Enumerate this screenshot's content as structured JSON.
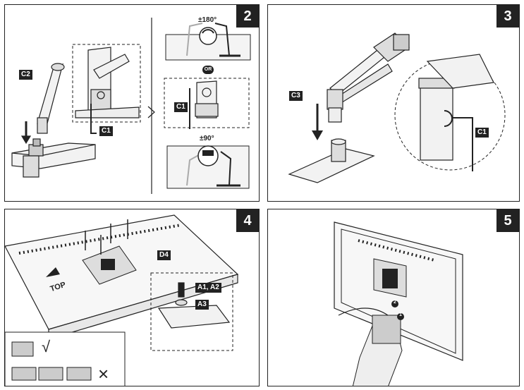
{
  "panels": {
    "p2": {
      "step": "2",
      "labels": {
        "c2": "C2",
        "c1_left": "C1",
        "c1_mid": "C1"
      },
      "rot_top": "±180°",
      "or": "OR",
      "rot_bottom": "±90°"
    },
    "p3": {
      "step": "3",
      "labels": {
        "c3": "C3",
        "c1": "C1"
      }
    },
    "p4": {
      "step": "4",
      "labels": {
        "d4": "D4",
        "a1a2": "A1, A2",
        "a3": "A3"
      },
      "top_text": "TOP",
      "check_mark": "√",
      "cross_mark": "×"
    },
    "p5": {
      "step": "5",
      "markers": {
        "one": "1",
        "two": "2"
      }
    }
  },
  "colors": {
    "line": "#222222",
    "fill": "#f2f2f2",
    "gray": "#aaaaaa",
    "label_bg": "#222222"
  }
}
